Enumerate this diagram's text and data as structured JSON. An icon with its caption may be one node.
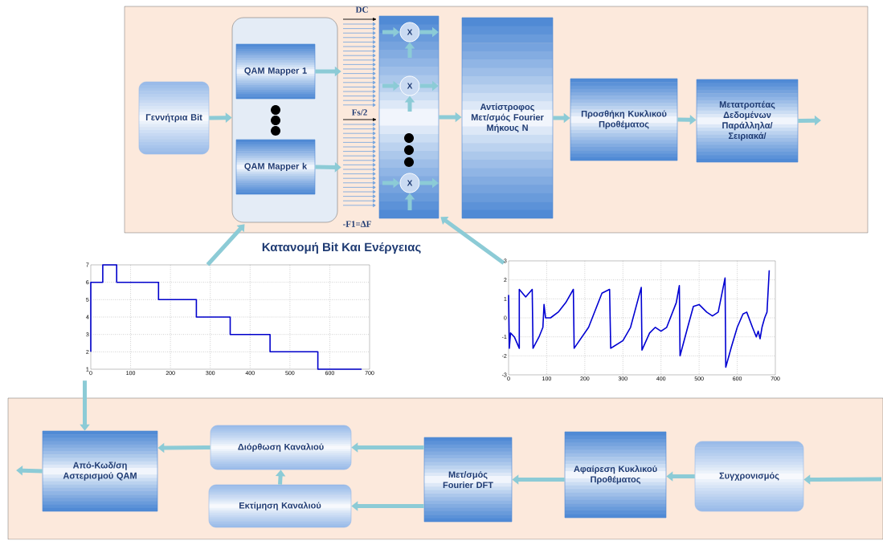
{
  "diagram": {
    "nodes": [
      {
        "text": [],
        "shape": "box"
      },
      {
        "text": [
          "Γεννήτρια Bit"
        ],
        "in": 0
      },
      {
        "text": [],
        "shape": "box",
        "in": 0
      },
      {
        "text": [
          "QAM Mapper 1"
        ],
        "in": 2
      },
      {
        "text": [
          "QAM Mapper k"
        ],
        "in": 2
      },
      {
        "text": [],
        "shape": "bar",
        "in": 0
      },
      {
        "text": [
          "X"
        ],
        "in": 5
      },
      {
        "text": [
          "X"
        ],
        "in": 5
      },
      {
        "text": [
          "X"
        ],
        "in": 5
      },
      {
        "text": [
          "Αντίστροφος Μετ/σμός Fourier Μήκους N"
        ],
        "in": 0
      },
      {
        "text": [
          "Προσθήκη Κυκλικού Προθέματος"
        ],
        "in": 0
      },
      {
        "text": [
          "Μετατροπέας Δεδομένων Παράλληλα/ Σειριακά/"
        ],
        "in": 0
      },
      {
        "text": [],
        "shape": "picture"
      },
      {
        "text": [],
        "shape": "picture",
        "beside": [
          "3",
          "2",
          "1",
          "0",
          "-1",
          "-2",
          "-3",
          "0",
          "100",
          "200",
          "300",
          "400",
          "500",
          "600",
          "700"
        ]
      },
      {
        "text": [],
        "shape": "box"
      },
      {
        "text": [
          "Από-Κωδ/ση Αστερισμού QAM"
        ],
        "in": 14
      },
      {
        "text": [
          "Διόρθωση Καναλιού"
        ],
        "in": 14
      },
      {
        "text": [
          "Εκτίμηση Καναλιού"
        ],
        "in": 14
      },
      {
        "text": [
          "Μετ/σμός Fourier DFT"
        ],
        "in": 14
      },
      {
        "text": [
          "Αφαίρεση Κυκλικού Προθέματος"
        ],
        "in": 14
      },
      {
        "text": [
          "Συγχρονισμός"
        ],
        "in": 14
      },
      {
        "text": [],
        "shape": "picture",
        "in": 0,
        "beside": [
          "DC",
          "Fs/2"
        ]
      },
      {
        "text": [],
        "shape": "picture",
        "in": 0,
        "beside": [
          "-F1=ΔF"
        ]
      }
    ],
    "edges": [
      {
        "from": 1,
        "to": 2,
        "arrow": "to"
      },
      {
        "from": 3,
        "to": 21,
        "arrow": "to"
      },
      {
        "from": 4,
        "to": 22,
        "arrow": "to"
      },
      {
        "from": null,
        "to": 6,
        "arrow": "to"
      },
      {
        "from": null,
        "to": 6,
        "arrow": "to"
      },
      {
        "from": 6,
        "to": null,
        "arrow": "to"
      },
      {
        "from": null,
        "to": 7,
        "arrow": "to"
      },
      {
        "from": null,
        "to": 7,
        "arrow": "to"
      },
      {
        "from": 7,
        "to": null,
        "arrow": "to"
      },
      {
        "from": null,
        "to": 8,
        "arrow": "to"
      },
      {
        "from": null,
        "to": 8,
        "arrow": "to"
      },
      {
        "from": 8,
        "to": null,
        "arrow": "to"
      },
      {
        "from": 5,
        "to": 9,
        "arrow": "to"
      },
      {
        "from": 9,
        "to": 10,
        "arrow": "to"
      },
      {
        "from": 10,
        "to": 11,
        "arrow": "to"
      },
      {
        "from": 11,
        "to": null,
        "arrow": "to"
      },
      {
        "from": 12,
        "to": 2,
        "arrow": "to"
      },
      {
        "from": 13,
        "to": 5,
        "arrow": "to"
      },
      {
        "from": 12,
        "to": 15,
        "arrow": "to"
      },
      {
        "from": null,
        "to": 20,
        "arrow": "to"
      },
      {
        "from": 20,
        "to": 19,
        "arrow": "to"
      },
      {
        "from": 19,
        "to": 18,
        "arrow": "to"
      },
      {
        "from": 18,
        "to": 16,
        "arrow": "to"
      },
      {
        "from": 18,
        "to": 17,
        "arrow": "to"
      },
      {
        "from": 17,
        "to": 16,
        "arrow": "to"
      },
      {
        "from": 16,
        "to": 15,
        "arrow": "to"
      },
      {
        "from": 15,
        "to": null,
        "arrow": "to"
      }
    ],
    "labels": [
      "Κατανομή Bit Και Ενέργειας"
    ],
    "chart_data": {
      "type": "line",
      "x": [
        0,
        0,
        30,
        30,
        65,
        65,
        170,
        170,
        265,
        265,
        350,
        350,
        450,
        450,
        570,
        570,
        680
      ],
      "series": [
        {
          "color": "#0000cc",
          "values": [
            2,
            6,
            6,
            7,
            7,
            6,
            6,
            5,
            5,
            4,
            4,
            3,
            3,
            2,
            2,
            1,
            1
          ]
        }
      ],
      "grid": true,
      "xlim": [
        0,
        700
      ],
      "ylim": [
        1,
        7
      ],
      "xticks": [
        0,
        100,
        200,
        300,
        400,
        500,
        600,
        700
      ],
      "yticks": [
        1,
        2,
        3,
        4,
        5,
        6,
        7
      ]
    }
  }
}
